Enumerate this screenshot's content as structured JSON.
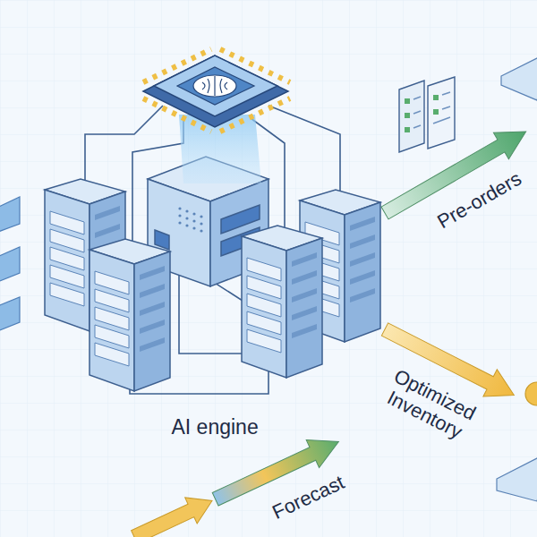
{
  "diagram": {
    "labels": [
      "AI engine",
      "Pre-orders",
      "Optimized Inventory",
      "Forecast"
    ]
  }
}
